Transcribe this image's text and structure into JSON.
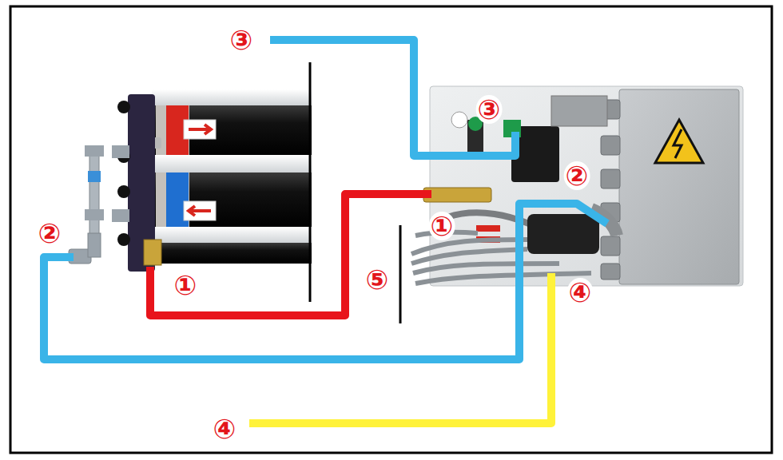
{
  "diagram": {
    "labels": [
      "③",
      "③",
      "②",
      "②",
      "①",
      "①",
      "⑤",
      "④",
      "④"
    ]
  }
}
